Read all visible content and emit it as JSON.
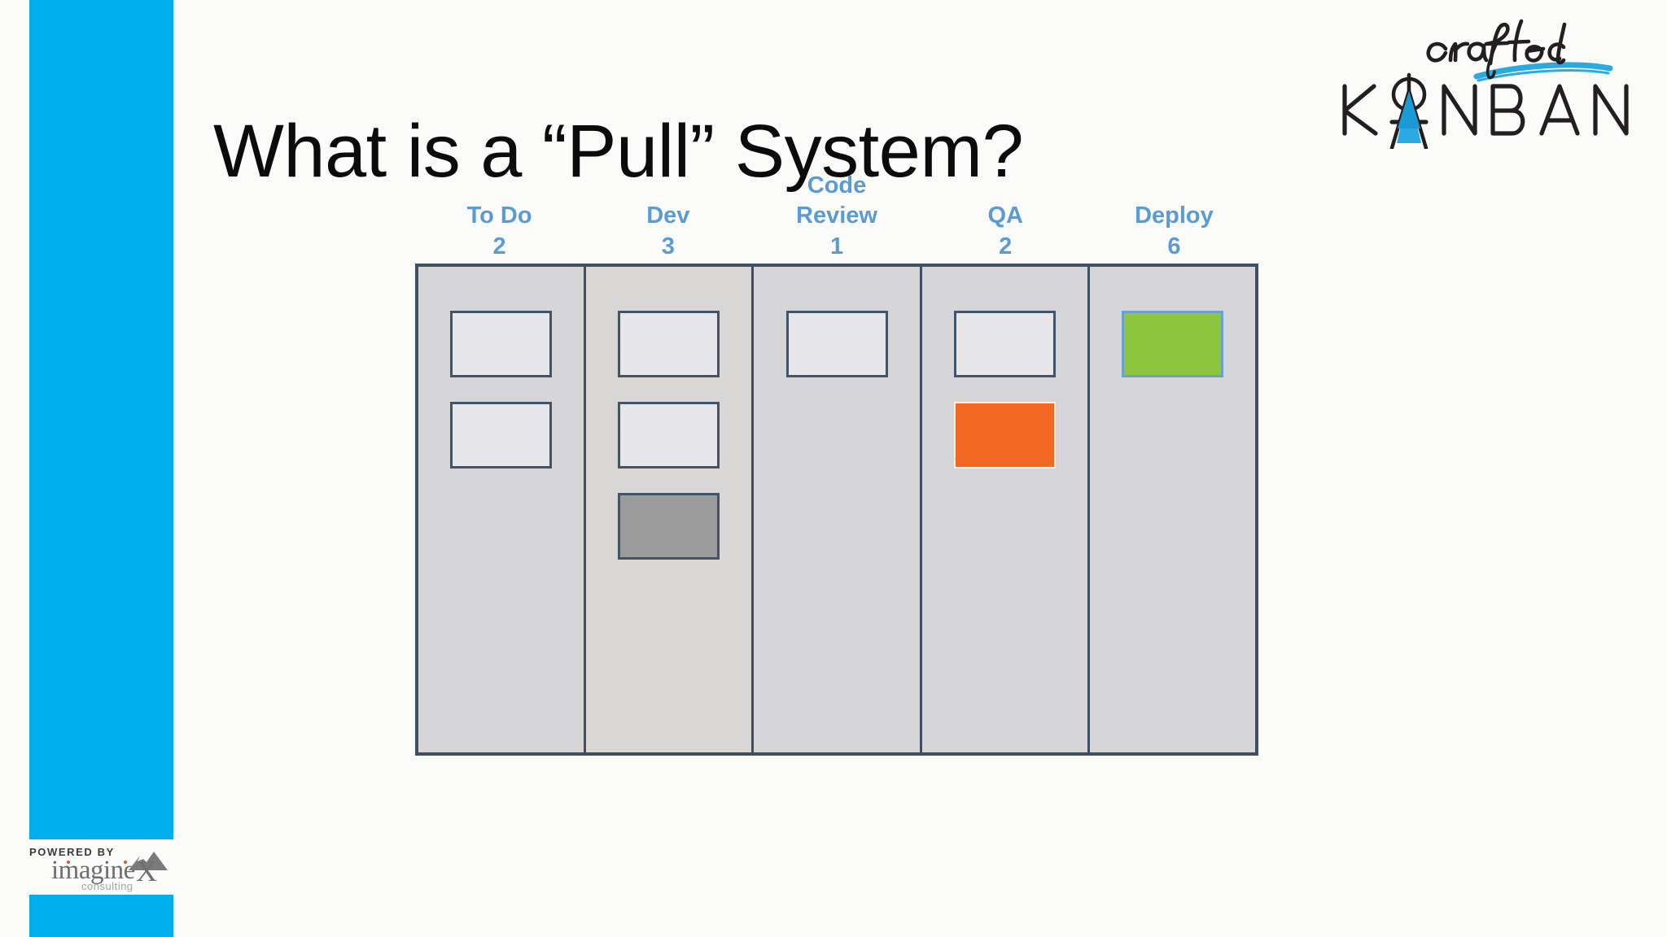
{
  "slide": {
    "title": "What is a “Pull” System?",
    "background_color": "#FBFCFA",
    "accent_color": "#00AEEF"
  },
  "brand_logo": {
    "script_word": "crafted",
    "main_word": "KANBAN",
    "icon": "compass-divider-icon",
    "accent_color": "#29ABE2",
    "text_color": "#231F20"
  },
  "powered_by": {
    "label": "POWERED BY",
    "brand": "imagine",
    "brand_mark": "X",
    "tagline": "consulting",
    "icon": "mountain-icon"
  },
  "board": {
    "header_color": "#5B9BD5",
    "border_color": "#3E4E63",
    "columns": [
      {
        "name": "To Do",
        "wip_limit": "2",
        "cards": [
          {
            "type": "plain",
            "color": "#E7E7E9"
          },
          {
            "type": "plain",
            "color": "#E7E7E9"
          }
        ]
      },
      {
        "name": "Dev",
        "wip_limit": "3",
        "cards": [
          {
            "type": "plain",
            "color": "#E7E7E9"
          },
          {
            "type": "plain",
            "color": "#E9E8E6"
          },
          {
            "type": "gray",
            "color": "#9B9B9B"
          }
        ]
      },
      {
        "name": "Code\nReview",
        "wip_limit": "1",
        "cards": [
          {
            "type": "plain",
            "color": "#E7E7E9"
          }
        ]
      },
      {
        "name": "QA",
        "wip_limit": "2",
        "cards": [
          {
            "type": "plain",
            "color": "#E7E7E9"
          },
          {
            "type": "orange",
            "color": "#F26722"
          }
        ]
      },
      {
        "name": "Deploy",
        "wip_limit": "6",
        "cards": [
          {
            "type": "green",
            "color": "#8CC63F"
          }
        ]
      }
    ]
  }
}
